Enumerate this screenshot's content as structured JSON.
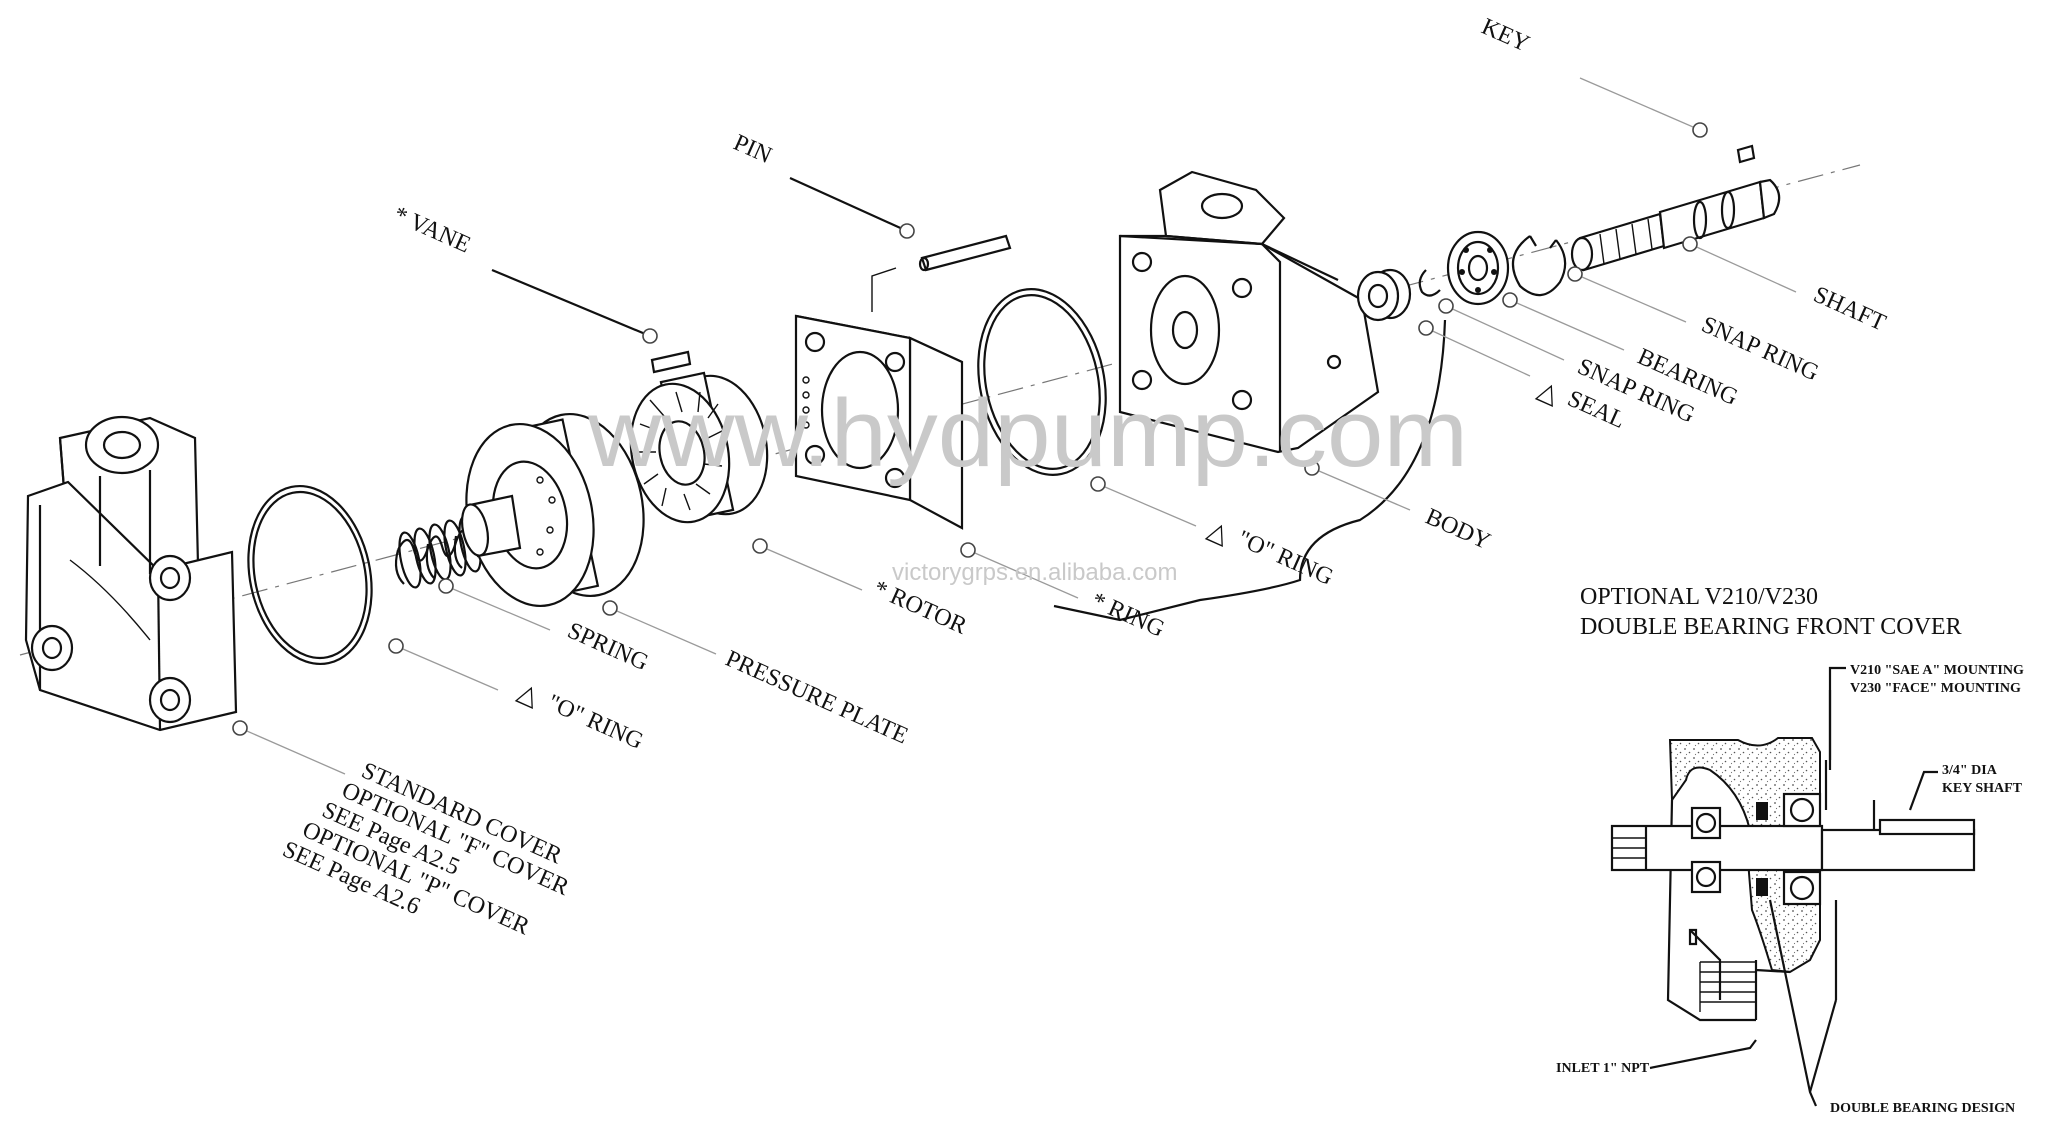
{
  "labels": {
    "key": "KEY",
    "pin": "PIN",
    "vane": "* VANE",
    "shaft": "SHAFT",
    "snap_ring_outer": "SNAP RING",
    "bearing": "BEARING",
    "snap_ring_inner": "SNAP RING",
    "seal": "SEAL",
    "body": "BODY",
    "o_ring_body": "\"O\" RING",
    "ring": "* RING",
    "rotor": "* ROTOR",
    "pressure_plate": "PRESSURE PLATE",
    "spring": "SPRING",
    "o_ring_cover": "\"O\" RING",
    "triangle": "△"
  },
  "cover_note": [
    "STANDARD COVER",
    "OPTIONAL \"F\" COVER",
    "SEE Page A2.5",
    "OPTIONAL \"P\" COVER",
    "SEE Page A2.6"
  ],
  "optional_note": {
    "line1": "OPTIONAL V210/V230",
    "line2": "DOUBLE BEARING FRONT COVER"
  },
  "detail": {
    "mounting1": "V210 \"SAE A\" MOUNTING",
    "mounting2": "V230 \"FACE\" MOUNTING",
    "key_shaft1": "3/4\" DIA",
    "key_shaft2": "KEY SHAFT",
    "inlet": "INLET 1\" NPT",
    "double_bearing": "DOUBLE BEARING DESIGN"
  },
  "watermark": {
    "main": "www.hydpump.com",
    "sub": "victorygrps.en.alibaba.com"
  }
}
